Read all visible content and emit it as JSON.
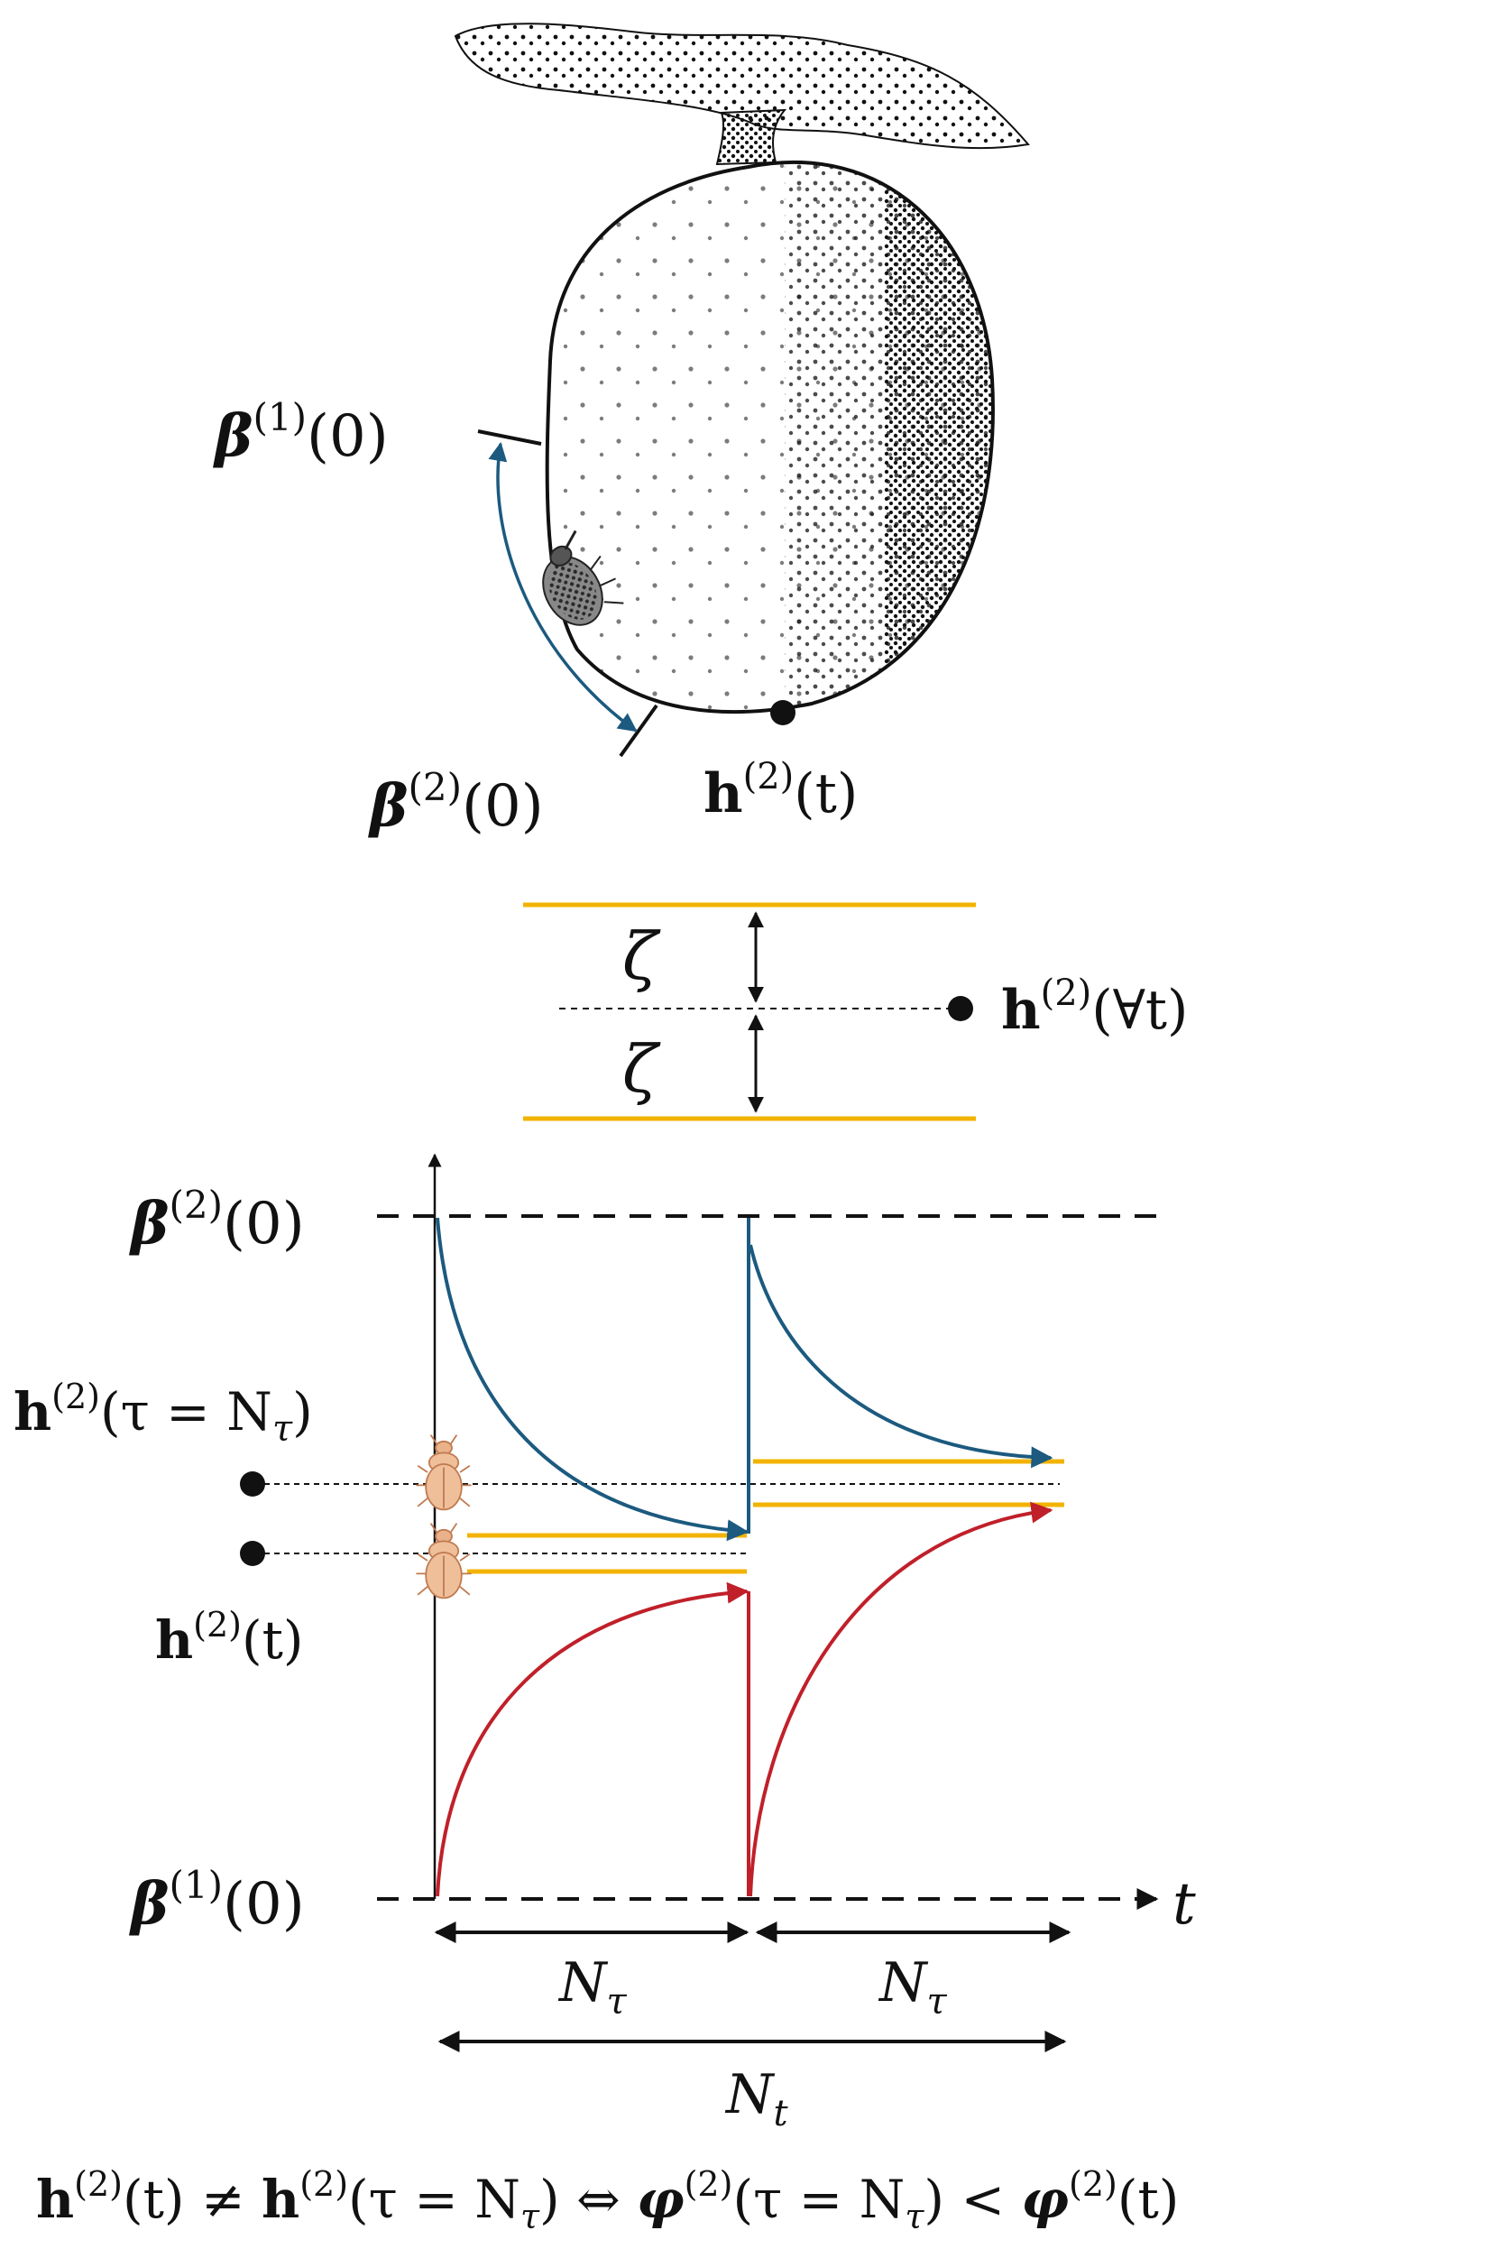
{
  "colors": {
    "blue": "#1c5a7f",
    "red": "#c0202a",
    "gold": "#f2b300",
    "ink": "#111111",
    "beetle": "#e9b28a"
  },
  "labels": {
    "beta1_sym": "β",
    "beta2_sym": "β",
    "sup1": "(1)",
    "sup2": "(2)",
    "arg0": "(0)",
    "h_sym": "h",
    "arg_t": "(t)",
    "arg_forall_t": "(∀t)",
    "zeta": "ζ",
    "arg_tau": "(τ = N",
    "tau_sub": "τ",
    "close": ")",
    "t_axis": "t",
    "N": "N",
    "t_sub": "t"
  },
  "bottom_equation": {
    "h_left": "h",
    "sup_left": "(2)",
    "arg_left": "(t) ≠ ",
    "h_right": "h",
    "sup_right": "(2)",
    "arg_right": "(τ = N",
    "tau1": "τ",
    "iff": ") ⇔ ",
    "phi1": "φ",
    "sup_phi1": "(2)",
    "arg_phi1": "(τ = N",
    "tau2": "τ",
    "lt": ") < ",
    "phi2": "φ",
    "sup_phi2": "(2)",
    "arg_phi2": "(t)"
  },
  "icons": [
    "seed-illustration",
    "weevil-icon",
    "beetle-icon"
  ]
}
